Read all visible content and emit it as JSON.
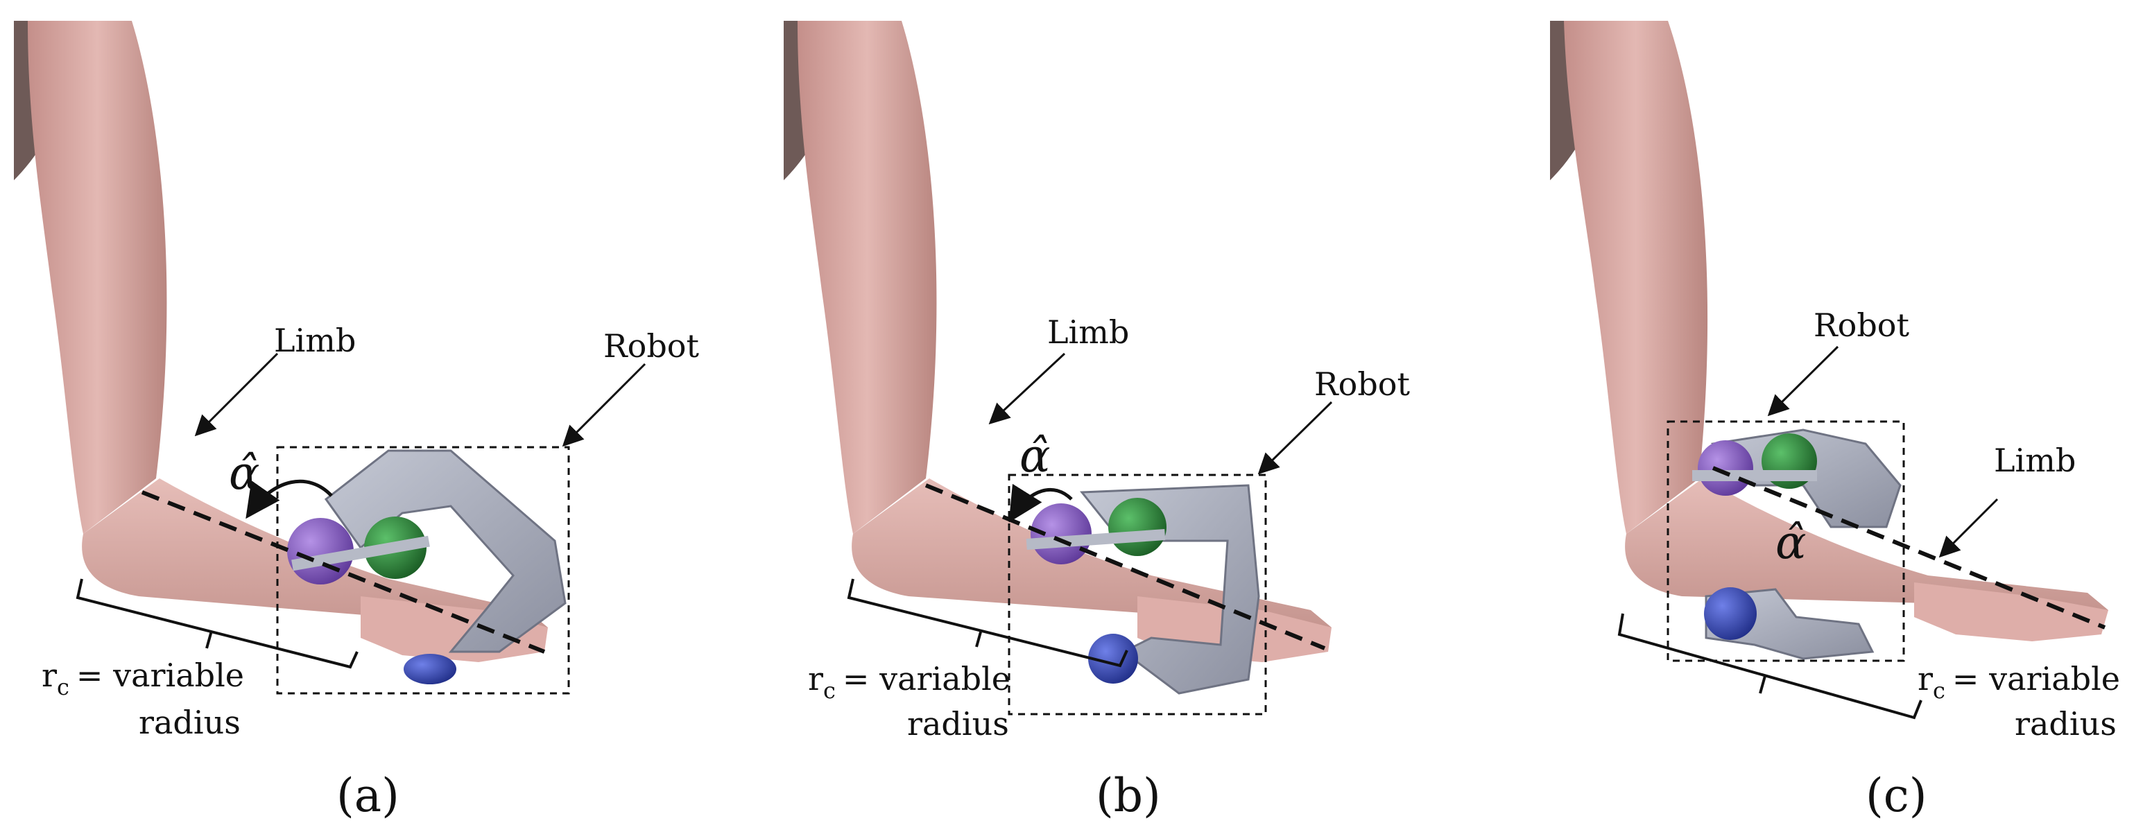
{
  "panels": [
    {
      "caption": "(a)",
      "labels": {
        "limb": "Limb",
        "robot": "Robot",
        "alpha": "α̂",
        "radius_line1": "r",
        "radius_sub": "c",
        "radius_eq": "= variable",
        "radius_line2": "radius"
      }
    },
    {
      "caption": "(b)",
      "labels": {
        "limb": "Limb",
        "robot": "Robot",
        "alpha": "α̂",
        "radius_line1": "r",
        "radius_sub": "c",
        "radius_eq": "= variable",
        "radius_line2": "radius"
      }
    },
    {
      "caption": "(c)",
      "labels": {
        "limb": "Limb",
        "robot": "Robot",
        "alpha": "α̂",
        "radius_line1": "r",
        "radius_sub": "c",
        "radius_eq": "= variable",
        "radius_line2": "radius"
      }
    }
  ],
  "colors": {
    "skin": "#d9a8a3",
    "skin_shadow": "#b98680",
    "shoulder": "#6e5a57",
    "robot_frame": "#a9adbb",
    "sphere_purple": "#8a5fc4",
    "sphere_green": "#2f8a3c",
    "sphere_blue": "#3446b8",
    "line": "#111111"
  }
}
